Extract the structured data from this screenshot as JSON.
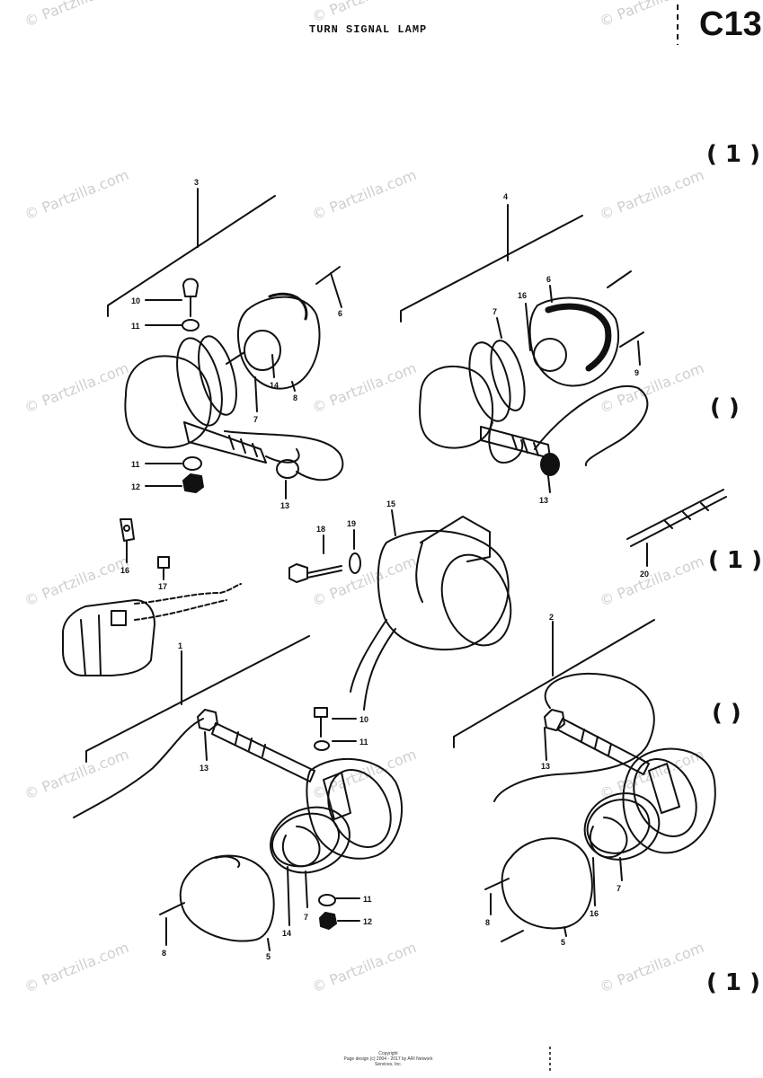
{
  "header": {
    "title": "TURN SIGNAL LAMP",
    "page_code": "C13"
  },
  "watermark": {
    "text": "© Partzilla.com"
  },
  "footer": {
    "line1": "Copyright",
    "line2": "Page design (c) 2004 - 2017 by ARI Network Services, Inc."
  },
  "side_marks": [
    "( 1 )",
    "(  )",
    "( 1 )",
    "(  )",
    "( 1 )"
  ],
  "callouts": {
    "n1": "1",
    "n2": "2",
    "n3": "3",
    "n4": "4",
    "n5": "5",
    "n6": "6",
    "n7": "7",
    "n8": "8",
    "n9": "9",
    "n10": "10",
    "n11": "11",
    "n12": "12",
    "n13": "13",
    "n14": "14",
    "n15": "15",
    "n16": "16",
    "n17": "17",
    "n18": "18",
    "n19": "19",
    "n20": "20"
  }
}
